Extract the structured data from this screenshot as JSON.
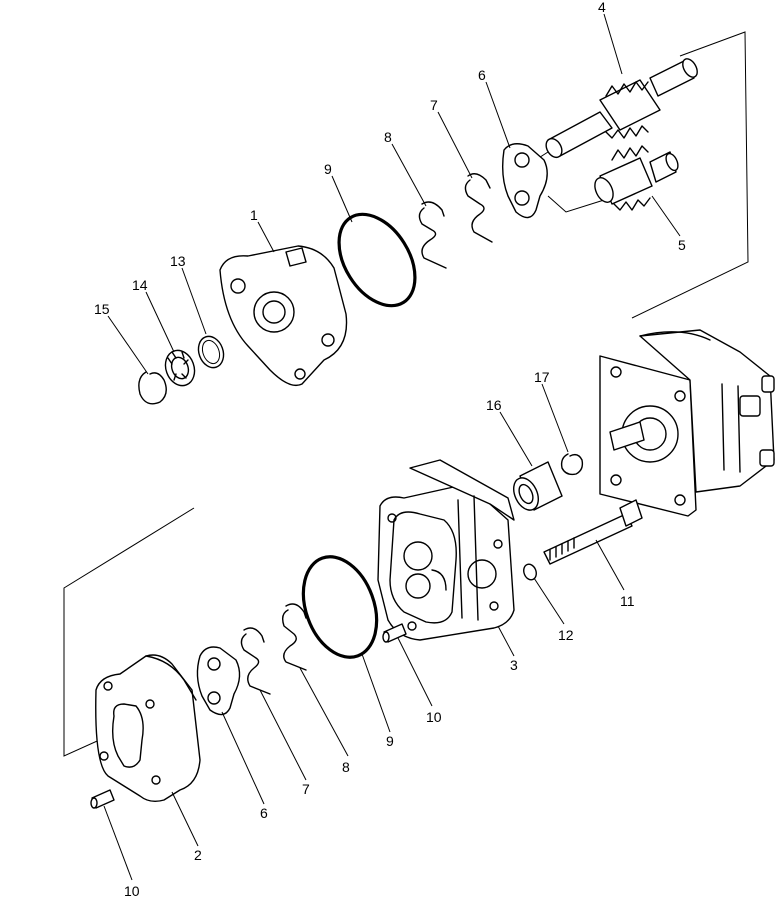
{
  "callouts": {
    "c1": "1",
    "c2": "2",
    "c3": "3",
    "c4": "4",
    "c5": "5",
    "c6a": "6",
    "c6b": "6",
    "c7a": "7",
    "c7b": "7",
    "c8a": "8",
    "c8b": "8",
    "c9a": "9",
    "c9b": "9",
    "c10a": "10",
    "c10b": "10",
    "c11": "11",
    "c12": "12",
    "c13": "13",
    "c14": "14",
    "c15": "15",
    "c16": "16",
    "c17": "17"
  }
}
